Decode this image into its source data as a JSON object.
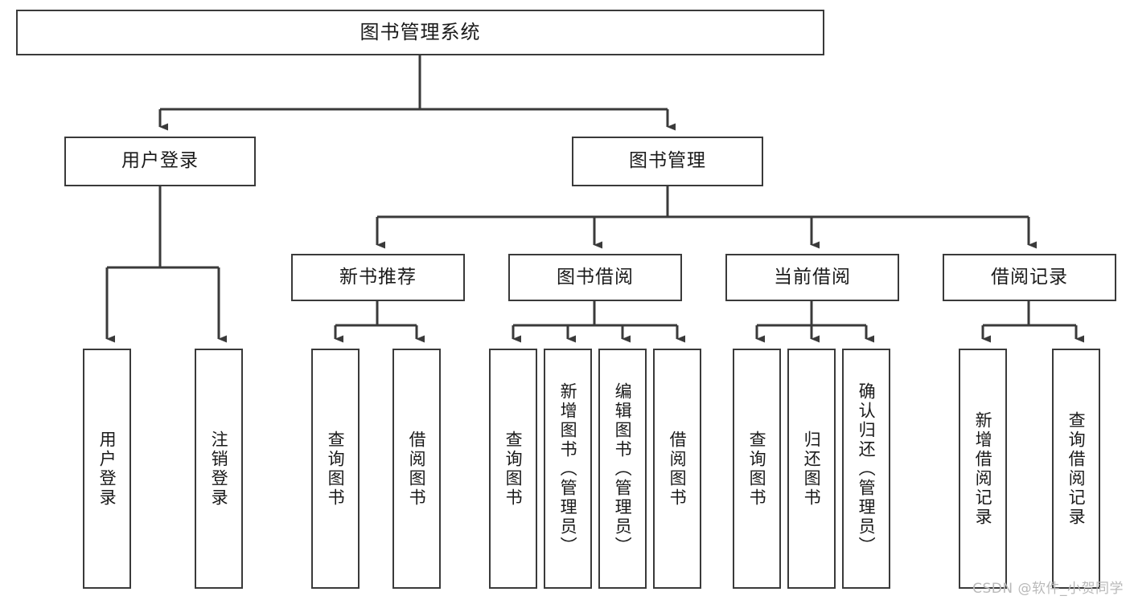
{
  "diagram": {
    "title": "图书管理系统",
    "type": "hierarchy-tree",
    "watermark": "CSDN @软件_小贺同学",
    "colors": {
      "stroke": "#3a3a3a",
      "fill": "#ffffff",
      "text": "#1a1a1a",
      "watermark": "#b9b9b9"
    },
    "nodes": {
      "root": {
        "label": "图书管理系统"
      },
      "level2": [
        {
          "id": "user-login",
          "label": "用户登录"
        },
        {
          "id": "book-manage",
          "label": "图书管理"
        }
      ],
      "level3": [
        {
          "id": "new-book-rec",
          "label": "新书推荐"
        },
        {
          "id": "book-borrow",
          "label": "图书借阅"
        },
        {
          "id": "current-borrow",
          "label": "当前借阅"
        },
        {
          "id": "borrow-record",
          "label": "借阅记录"
        }
      ],
      "leaves": {
        "user_login": [
          {
            "id": "leaf-user-login",
            "label": "用户登录"
          },
          {
            "id": "leaf-logout-login",
            "label": "注销登录"
          }
        ],
        "new_book_rec": [
          {
            "id": "leaf-query-book-1",
            "label": "查询图书"
          },
          {
            "id": "leaf-borrow-book-1",
            "label": "借阅图书"
          }
        ],
        "book_borrow": [
          {
            "id": "leaf-query-book-2",
            "label": "查询图书"
          },
          {
            "id": "leaf-add-book",
            "label": "新增图书（管理员）"
          },
          {
            "id": "leaf-edit-book",
            "label": "编辑图书（管理员）"
          },
          {
            "id": "leaf-borrow-book-2",
            "label": "借阅图书"
          }
        ],
        "current_borrow": [
          {
            "id": "leaf-query-book-3",
            "label": "查询图书"
          },
          {
            "id": "leaf-return-book",
            "label": "归还图书"
          },
          {
            "id": "leaf-confirm-return",
            "label": "确认归还（管理员）"
          }
        ],
        "borrow_record": [
          {
            "id": "leaf-add-record",
            "label": "新增借阅记录"
          },
          {
            "id": "leaf-query-record",
            "label": "查询借阅记录"
          }
        ]
      }
    }
  }
}
